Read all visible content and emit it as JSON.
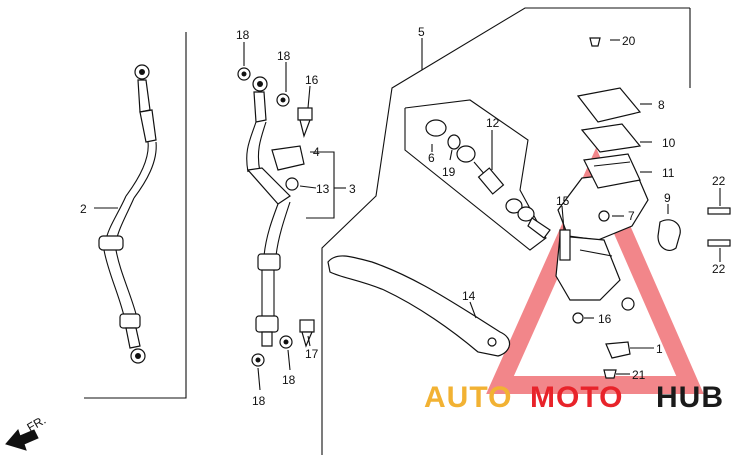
{
  "diagram": {
    "callouts": [
      "1",
      "2",
      "3",
      "4",
      "5",
      "6",
      "7",
      "8",
      "9",
      "10",
      "11",
      "12",
      "13",
      "14",
      "15",
      "16",
      "16",
      "17",
      "18",
      "18",
      "18",
      "18",
      "19",
      "20",
      "21",
      "22",
      "22"
    ],
    "direction_label": "FR.",
    "colors": {
      "line": "#111111",
      "watermark_triangle": "#e8232a",
      "watermark_auto": "#f2b233",
      "watermark_moto": "#e8232a",
      "watermark_hub": "#1a1a1a"
    }
  },
  "watermark": {
    "auto": "AUTO",
    "moto": "MOTO",
    "hub": "HUB"
  }
}
